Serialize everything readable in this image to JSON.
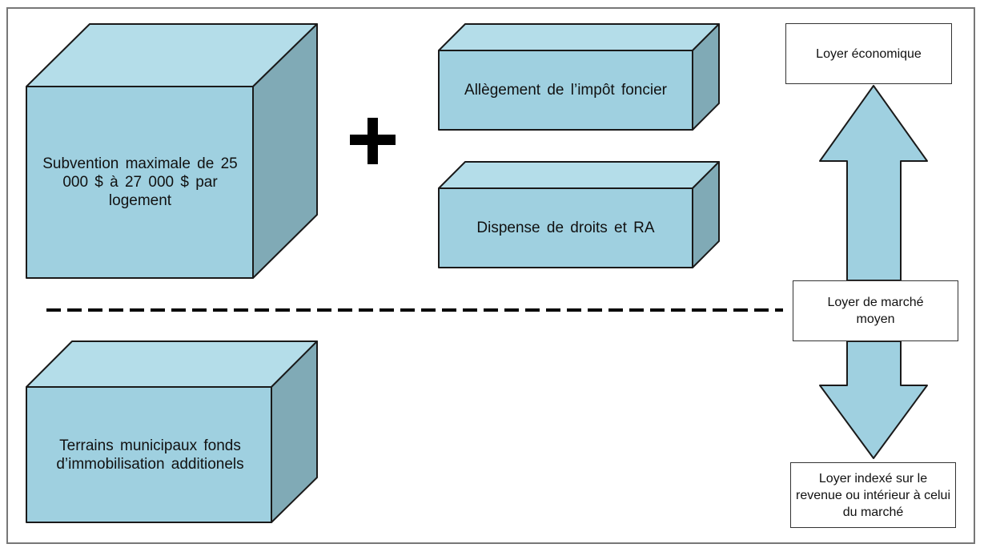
{
  "diagram": {
    "colors": {
      "front": "#9fd0e0",
      "top": "#b4dde9",
      "side": "#80aab6",
      "arrow": "#9fd0e0",
      "outline": "#1a1a1a"
    },
    "blocks": [
      {
        "id": "subvention",
        "label": "Subvention maximale de 25 000 $ à 27 000 $ par logement"
      },
      {
        "id": "impot",
        "label": "Allègement de l’impôt foncier"
      },
      {
        "id": "droits",
        "label": "Dispense de droits et RA"
      },
      {
        "id": "terrains",
        "label": "Terrains municipaux fonds d’immobilisation additionels"
      }
    ],
    "plus_symbol": "+",
    "rent_levels": {
      "top": "Loyer économique",
      "middle": "Loyer de marché moyen",
      "bottom": "Loyer indexé sur le revenue ou intérieur à celui du marché"
    }
  }
}
